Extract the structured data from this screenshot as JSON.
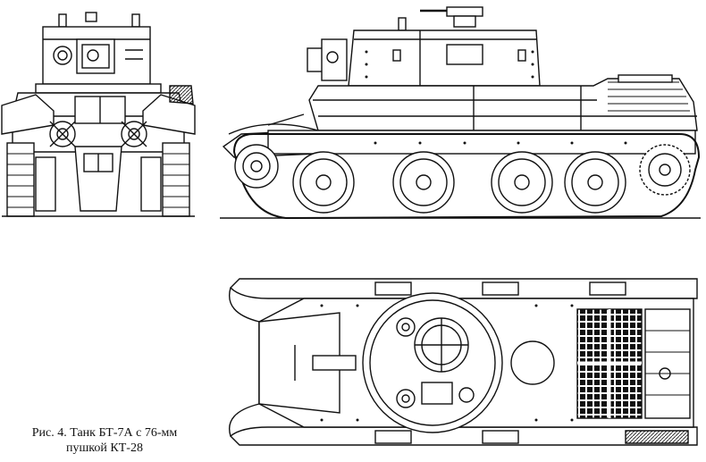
{
  "caption": {
    "line1": "Рис. 4. Танк БТ-7А с 76-мм",
    "line2": "пушкой КТ-28"
  },
  "colors": {
    "ink": "#111111",
    "paper": "#ffffff",
    "shade": "#d8d8d8"
  },
  "views": {
    "front": {
      "icon": "tank-front-view-drawing"
    },
    "side": {
      "icon": "tank-side-view-drawing"
    },
    "top": {
      "icon": "tank-top-view-drawing"
    }
  }
}
